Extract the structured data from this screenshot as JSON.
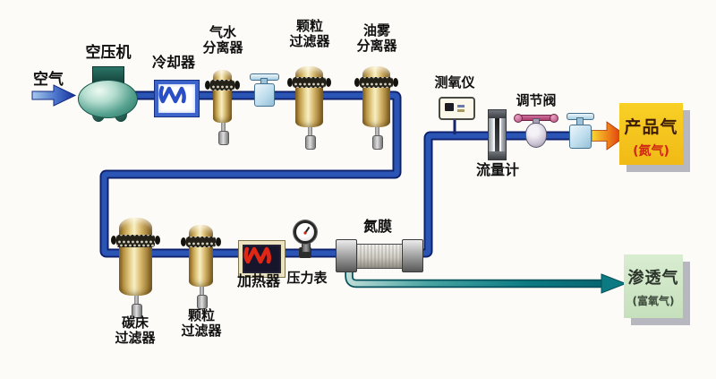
{
  "diagram": {
    "air": {
      "label": "空气"
    },
    "compressor": {
      "label": "空压机"
    },
    "cooler": {
      "label": "冷却器"
    },
    "gas_water_separator": {
      "line1": "气水",
      "line2": "分离器"
    },
    "particle_filter_top": {
      "line1": "颗粒",
      "line2": "过滤器"
    },
    "oil_mist_separator": {
      "line1": "油雾",
      "line2": "分离器"
    },
    "oxygen_analyzer": {
      "label": "测氧仪"
    },
    "flow_meter": {
      "label": "流量计"
    },
    "regulating_valve": {
      "label": "调节阀"
    },
    "product_gas": {
      "title": "产品气",
      "subtitle": "(氮气)"
    },
    "carbon_bed_filter": {
      "line1": "碳床",
      "line2": "过滤器"
    },
    "particle_filter_bottom": {
      "line1": "颗粒",
      "line2": "过滤器"
    },
    "heater": {
      "label": "加热器"
    },
    "pressure_gauge": {
      "label": "压力表"
    },
    "nitrogen_membrane": {
      "label": "氮膜"
    },
    "permeate_gas": {
      "title": "渗透气",
      "subtitle": "(富氧气)"
    }
  },
  "icons": {
    "air_arrow": "flow-arrow-right-blue",
    "product_arrow": "flow-arrow-right-orange",
    "permeate_arrow": "flow-arrow-right-teal",
    "cooler_coil": "blue-w-coil",
    "heater_coil": "red-w-coil"
  },
  "colors": {
    "pipe_blue": "#2a55b4",
    "pipe_blue_edge": "#0e1f6b",
    "permeate_teal": "#0b7a82",
    "tank_gold": "#e6cf8a",
    "compressor_teal": "#57a290",
    "product_box_yellow": "#f5c81e",
    "product_subtitle_red": "#cf2713",
    "permeate_box_green": "#cfe6c6",
    "heater_coil_red": "#e02715",
    "cooler_coil_blue": "#2a4ec6"
  }
}
